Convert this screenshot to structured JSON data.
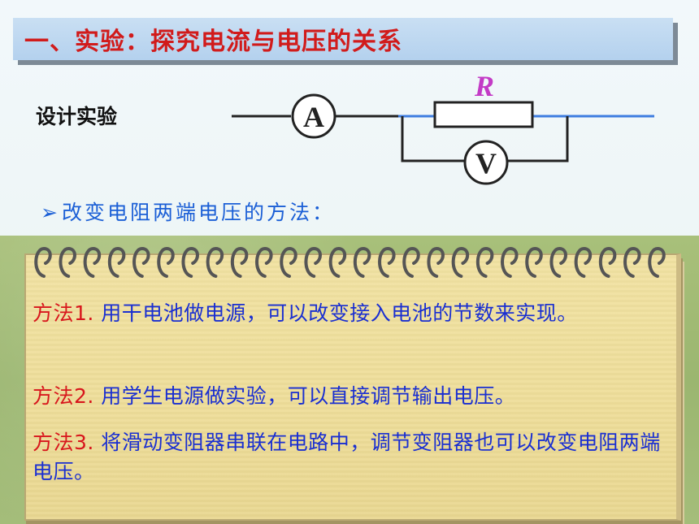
{
  "title": "一、实验：探究电流与电压的关系",
  "design_label": "设计实验",
  "circuit": {
    "resistor_label": "R",
    "ammeter_label": "A",
    "voltmeter_label": "V"
  },
  "method_heading": {
    "bullet": "➢",
    "text": "改变电阻两端电压的方法："
  },
  "methods": [
    {
      "label": "方法1.",
      "text": " 用干电池做电源，可以改变接入电池的节数来实现。"
    },
    {
      "label": "方法2.",
      "text": " 用学生电源做实验，可以直接调节输出电压。"
    },
    {
      "label": "方法3.",
      "text": " 将滑动变阻器串联在电路中，调节变阻器也可以改变电阻两端电压。"
    }
  ]
}
